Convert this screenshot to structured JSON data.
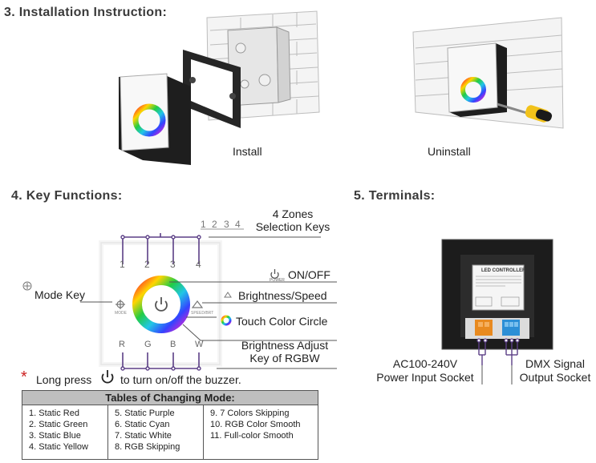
{
  "install_section": {
    "heading": "3. Installation Instruction:",
    "install_label": "Install",
    "uninstall_label": "Uninstall"
  },
  "key_functions": {
    "heading": "4. Key Functions:",
    "zones_label_line1": "4 Zones",
    "zones_label_line2": "Selection Keys",
    "zone_digits": [
      "1",
      "2",
      "3",
      "4"
    ],
    "panel_zone_keys": [
      "1",
      "2",
      "3",
      "4"
    ],
    "panel_color_keys": [
      "R",
      "G",
      "B",
      "W"
    ],
    "on_off_label": "ON/OFF",
    "power_caption": "POWER",
    "mode_key_label": "Mode Key",
    "mode_caption": "MODE",
    "brightness_speed_label": "Brightness/Speed",
    "speed_caption": "SPEED/BRT",
    "touch_circle_label": "Touch Color Circle",
    "brightness_adjust_line1": "Brightness Adjust",
    "brightness_adjust_line2": "Key of RGBW",
    "buzzer_note_before": "Long press",
    "buzzer_note_after": "to turn on/off the buzzer."
  },
  "terminals": {
    "heading": "5. Terminals:",
    "controller_title": "LED CONTROLLER",
    "power_socket_line1": "AC100-240V",
    "power_socket_line2": "Power Input Socket",
    "dmx_socket_line1": "DMX Signal",
    "dmx_socket_line2": "Output Socket"
  },
  "mode_table": {
    "title": "Tables of Changing Mode:",
    "column1": [
      "1. Static Red",
      "2. Static Green",
      "3. Static Blue",
      "4. Static Yellow"
    ],
    "column2": [
      "5. Static Purple",
      "6. Static Cyan",
      "7. Static White",
      "8. RGB Skipping"
    ],
    "column3": [
      "9.  7 Colors Skipping",
      "10. RGB Color Smooth",
      "11. Full-color Smooth"
    ]
  },
  "colors": {
    "accent_purple": "#5b3f86",
    "buzzer_star": "#cc2222",
    "table_header_bg": "#bfbfbf",
    "terminal_orange": "#e88a20",
    "terminal_blue": "#2c8fd6"
  }
}
